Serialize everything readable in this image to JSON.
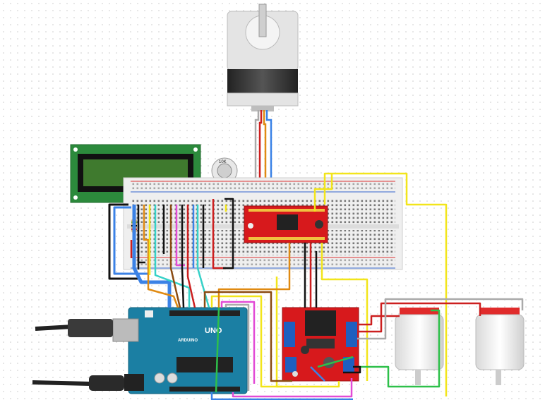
{
  "board": {
    "logo_text": "UNO",
    "brand_text": "ARDUINO"
  },
  "potentiometer": {
    "label": "10K"
  },
  "colors": {
    "grid_dot": "#c9c9c9",
    "lcd_pcb": "#2c8a3c",
    "lcd_screen": "#3f7a2e",
    "breadboard": "#efefef",
    "arduino": "#1b7fa3",
    "driver_red": "#d7191c",
    "motor_red": "#e02b2b",
    "wire_yellow": "#f2e51b",
    "wire_orange": "#e08a12",
    "wire_blue": "#3b82e6",
    "wire_red": "#cc1f1f",
    "wire_green": "#2ec04a",
    "wire_black": "#111111",
    "wire_pink": "#e24bd6",
    "wire_cyan": "#36d1c8",
    "wire_brown": "#8a4b12",
    "wire_gray": "#9a9a9a"
  },
  "components": [
    {
      "name": "stepper-motor"
    },
    {
      "name": "lcd-16x2-display"
    },
    {
      "name": "potentiometer"
    },
    {
      "name": "breadboard"
    },
    {
      "name": "easydriver-stepper-driver"
    },
    {
      "name": "arduino-uno-board"
    },
    {
      "name": "l298n-motor-driver"
    },
    {
      "name": "dc-motor-1"
    },
    {
      "name": "dc-motor-2"
    },
    {
      "name": "usb-cable"
    },
    {
      "name": "power-cable"
    },
    {
      "name": "resistor"
    }
  ]
}
